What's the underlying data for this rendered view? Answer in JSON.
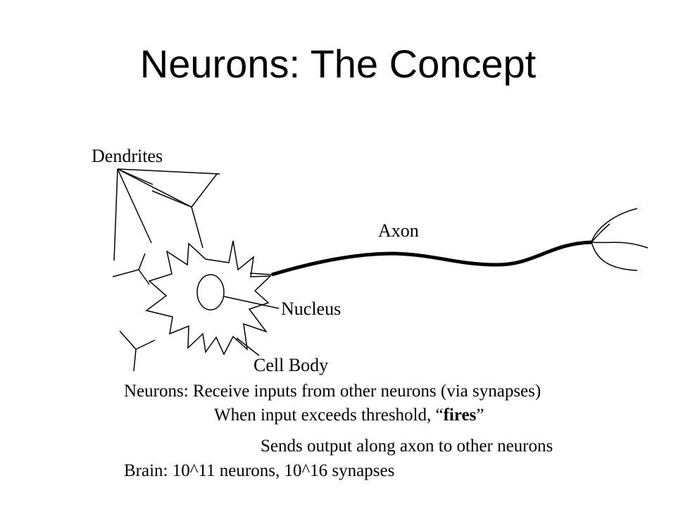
{
  "slide": {
    "title": "Neurons: The Concept"
  },
  "diagram": {
    "labels": {
      "dendrites": "Dendrites",
      "axon": "Axon",
      "nucleus": "Nucleus",
      "cell_body": "Cell Body"
    }
  },
  "text": {
    "line1": "Neurons: Receive inputs from other neurons (via synapses)",
    "line2_before": "When input exceeds threshold, “",
    "line2_bold": "fires",
    "line2_after": "”",
    "line3": "Sends output along axon to other neurons",
    "line4": "Brain: 10^11 neurons, 10^16 synapses"
  }
}
